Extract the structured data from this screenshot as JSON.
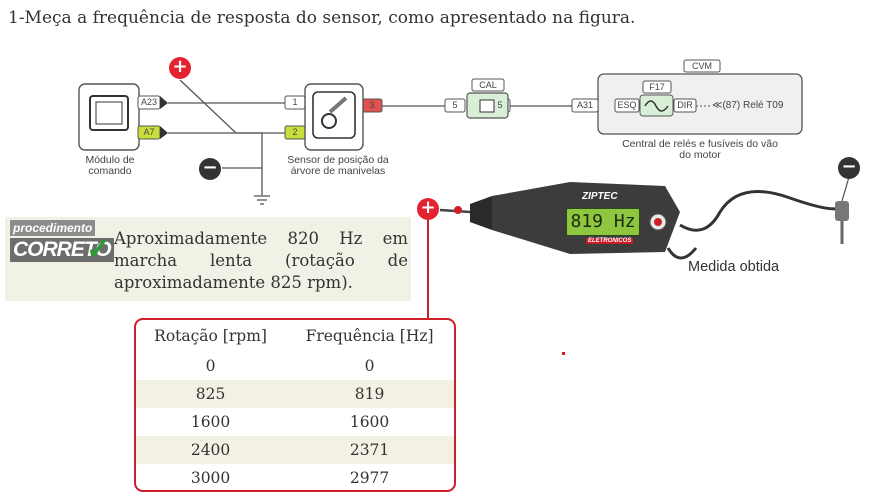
{
  "title": "1-Meça a frequência de resposta do sensor, como apresentado na figura.",
  "diagram": {
    "modulo_label": "Módulo de comando",
    "modulo_pins": [
      "A23",
      "A7"
    ],
    "sensor_label": "Sensor de posição da árvore de manivelas",
    "sensor_pins": [
      "1",
      "2",
      "3"
    ],
    "cal_label": "CAL",
    "cal_pins": [
      "5",
      "5"
    ],
    "cvm_label": "CVM",
    "cvm_pin": "A31",
    "fuse_label": "F17",
    "esq_label": "ESQ",
    "dir_label": "DIR",
    "rele_label": "≪(87) Relé T09",
    "central_label": "Central de relés e fusíveis do vão do motor",
    "plus_symbol": "+",
    "minus_symbol": "−"
  },
  "meter": {
    "brand": "ZIPTEC",
    "sub_brand": "ELETRONICOS",
    "reading": "819 Hz",
    "caption": "Medida obtida"
  },
  "procedure": {
    "badge_top": "procedimento",
    "badge_main": "CORRETO",
    "text": "Aproximadamente 820 Hz em marcha lenta (rotação de aproximadamente 825 rpm)."
  },
  "table": {
    "headers": [
      "Rotação [rpm]",
      "Frequência [Hz]"
    ],
    "rows": [
      [
        "0",
        "0"
      ],
      [
        "825",
        "819"
      ],
      [
        "1600",
        "1600"
      ],
      [
        "2400",
        "2371"
      ],
      [
        "3000",
        "2977"
      ]
    ]
  },
  "colors": {
    "accent_red": "#cc1f2a",
    "pin_yellow": "#c9dd3c",
    "pin_red": "#e0524f",
    "lcd_green": "#8fc640",
    "check_green": "#2e9a3a",
    "panel_beige": "#f2f1e6"
  }
}
